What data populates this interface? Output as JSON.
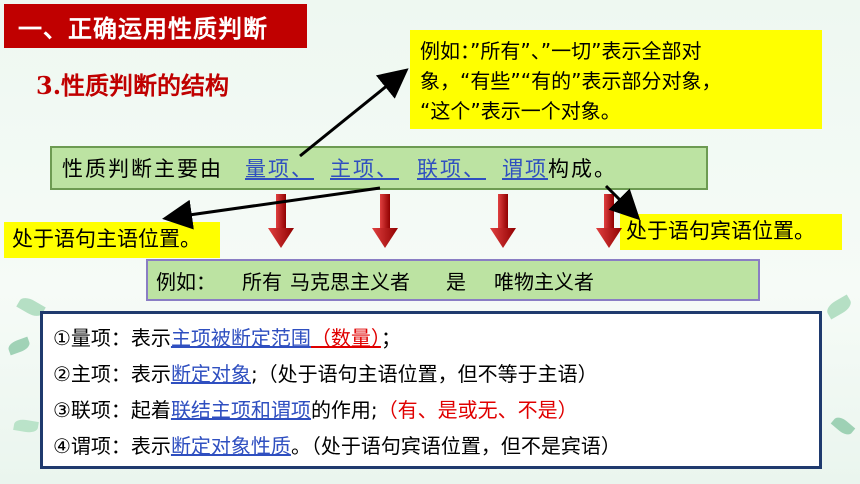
{
  "title": "一、正确运用性质判断",
  "subtitle": "3.性质判断的结构",
  "callout_top": {
    "line1": "例如：”所有”、”一切”表示全部对",
    "line2": "象，“有些”“有的”表示部分对象，",
    "line3": "“这个”表示一个对象。"
  },
  "callout_left": "处于语句主语位置。",
  "callout_right": "处于语句宾语位置。",
  "main_sentence": {
    "prefix": "性质判断主要由",
    "term1": "量项、",
    "term2": "主项、",
    "term3": "联项、",
    "term4": "谓项",
    "suffix": "构成。"
  },
  "example": {
    "label": "例如：",
    "quantifier": "所有",
    "subject": "马克思主义者",
    "copula": "是",
    "predicate": "唯物主义者"
  },
  "definitions": [
    {
      "prefix": "①量项：表示",
      "highlight": "主项被断定范围",
      "red": "（数量）",
      "suffix": "；"
    },
    {
      "prefix": "②主项：表示",
      "highlight": "断定对象",
      "suffix": ";（处于语句主语位置，但不等于主语）"
    },
    {
      "prefix": "③联项：起着",
      "highlight": "联结主项和谓项",
      "mid": "的作用;",
      "red": "（有、是或无、不是）"
    },
    {
      "prefix": "④谓项：表示",
      "highlight": "断定对象性质",
      "suffix": "。（处于语句宾语位置，但不是宾语）"
    }
  ],
  "colors": {
    "title_bg": "#c00000",
    "callout_bg": "#ffff00",
    "box_green": "#bce3a2",
    "term_blue": "#2f4fc0",
    "arrow_red": "#c00000"
  }
}
